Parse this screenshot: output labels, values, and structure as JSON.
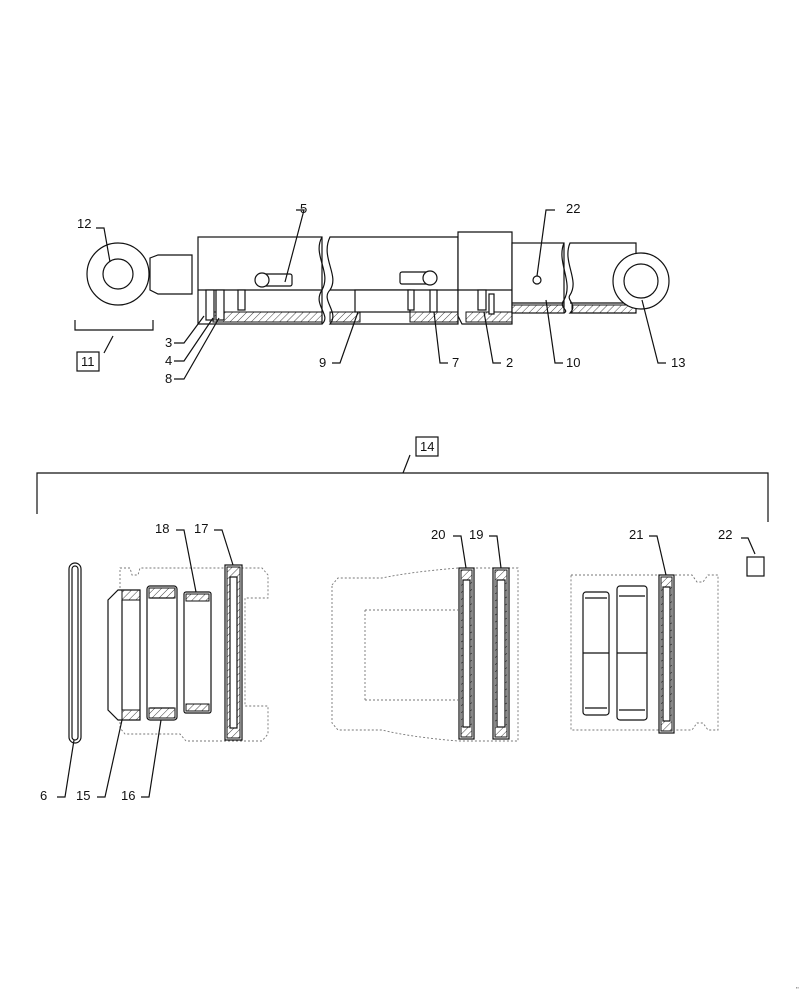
{
  "diagram": {
    "callouts": {
      "c2": "2",
      "c3": "3",
      "c4": "4",
      "c5": "5",
      "c6": "6",
      "c7": "7",
      "c8": "8",
      "c9": "9",
      "c10": "10",
      "c11": "11",
      "c12": "12",
      "c13": "13",
      "c14": "14",
      "c15": "15",
      "c16": "16",
      "c17": "17",
      "c18": "18",
      "c19": "19",
      "c20": "20",
      "c21": "21",
      "c22a": "22",
      "c22b": "22"
    },
    "corner_mark": "''"
  }
}
